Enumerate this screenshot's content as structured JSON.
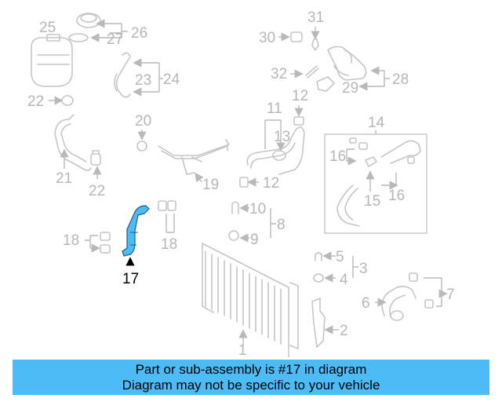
{
  "callouts": {
    "c1": "1",
    "c2": "2",
    "c3": "3",
    "c4": "4",
    "c5": "5",
    "c6": "6",
    "c7": "7",
    "c8": "8",
    "c9": "9",
    "c10": "10",
    "c11": "11",
    "c12a": "12",
    "c12b": "12",
    "c13": "13",
    "c14": "14",
    "c15": "15",
    "c16a": "16",
    "c16b": "16",
    "c17": "17",
    "c18a": "18",
    "c18b": "18",
    "c19": "19",
    "c20": "20",
    "c21": "21",
    "c22a": "22",
    "c22b": "22",
    "c23": "23",
    "c24": "24",
    "c25": "25",
    "c26": "26",
    "c27": "27",
    "c28": "28",
    "c29": "29",
    "c30": "30",
    "c31": "31",
    "c32": "32"
  },
  "highlight": {
    "part_number": "17",
    "color": "#4dbbf5"
  },
  "banner": {
    "line1": "Part or sub-assembly is #17 in diagram",
    "line2": "Diagram may not be specific to your vehicle",
    "background": "#4dbbf5"
  }
}
